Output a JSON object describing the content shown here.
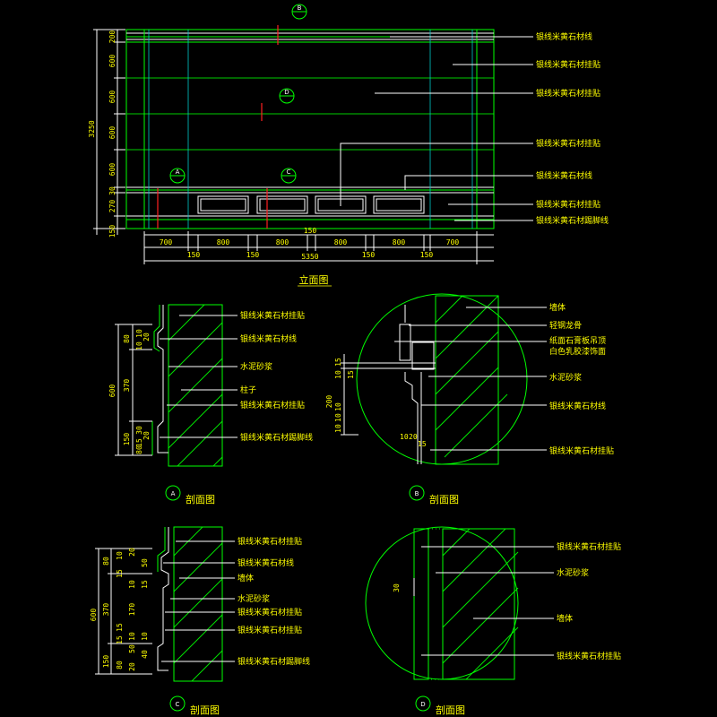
{
  "elevation": {
    "title": "立面图",
    "labels": [
      "银线米黄石材线",
      "银线米黄石材挂贴",
      "银线米黄石材挂贴",
      "银线米黄石材挂贴",
      "银线米黄石材线",
      "银线米黄石材挂贴",
      "银线米黄石材踢脚线"
    ],
    "left_dims": [
      "200",
      "600",
      "600",
      "600",
      "600",
      "30",
      "270",
      "150"
    ],
    "total_height": "3250",
    "bottom_dims": [
      "700",
      "800",
      "800",
      "800",
      "800",
      "700"
    ],
    "bottom_small": [
      "150",
      "150",
      "150",
      "150"
    ],
    "mid_dim": "150",
    "total_width": "5350",
    "bubbles": [
      "B",
      "D",
      "A",
      "C"
    ]
  },
  "sectionA": {
    "title": "剖面图",
    "bubble": "A",
    "labels": [
      "银线米黄石材挂贴",
      "银线米黄石材线",
      "水泥砂浆",
      "柱子",
      "银线米黄石材挂贴",
      "银线米黄石材踢脚线"
    ],
    "dims_outer": [
      "600"
    ],
    "dims_inner": [
      "80",
      "370",
      "150"
    ],
    "dims_small": [
      "10",
      "10",
      "20",
      "30",
      "15",
      "20",
      "80"
    ]
  },
  "sectionB": {
    "title": "剖面图",
    "bubble": "B",
    "labels": [
      "墙体",
      "轻钢龙骨",
      "纸面石膏板吊顶",
      "白色乳胶漆饰面",
      "水泥砂浆",
      "银线米黄石材线",
      "银线米黄石材挂贴"
    ],
    "dims": [
      "15",
      "15",
      "10",
      "200",
      "10",
      "10",
      "10",
      "10",
      "20",
      "15"
    ]
  },
  "sectionC": {
    "title": "剖面图",
    "bubble": "C",
    "labels": [
      "银线米黄石材挂贴",
      "银线米黄石材线",
      "墙体",
      "水泥砂浆",
      "银线米黄石材挂贴",
      "银线米黄石材挂贴",
      "银线米黄石材踢脚线"
    ],
    "dims_outer": [
      "600"
    ],
    "dims_inner": [
      "80",
      "370",
      "150"
    ],
    "dims_small": [
      "10",
      "20",
      "50",
      "15",
      "10",
      "15",
      "170",
      "15",
      "15",
      "10",
      "10",
      "50",
      "40",
      "80",
      "20"
    ]
  },
  "sectionD": {
    "title": "剖面图",
    "bubble": "D",
    "labels": [
      "银线米黄石材挂贴",
      "水泥砂浆",
      "墙体",
      "银线米黄石材挂贴"
    ],
    "dims": [
      "30"
    ]
  }
}
